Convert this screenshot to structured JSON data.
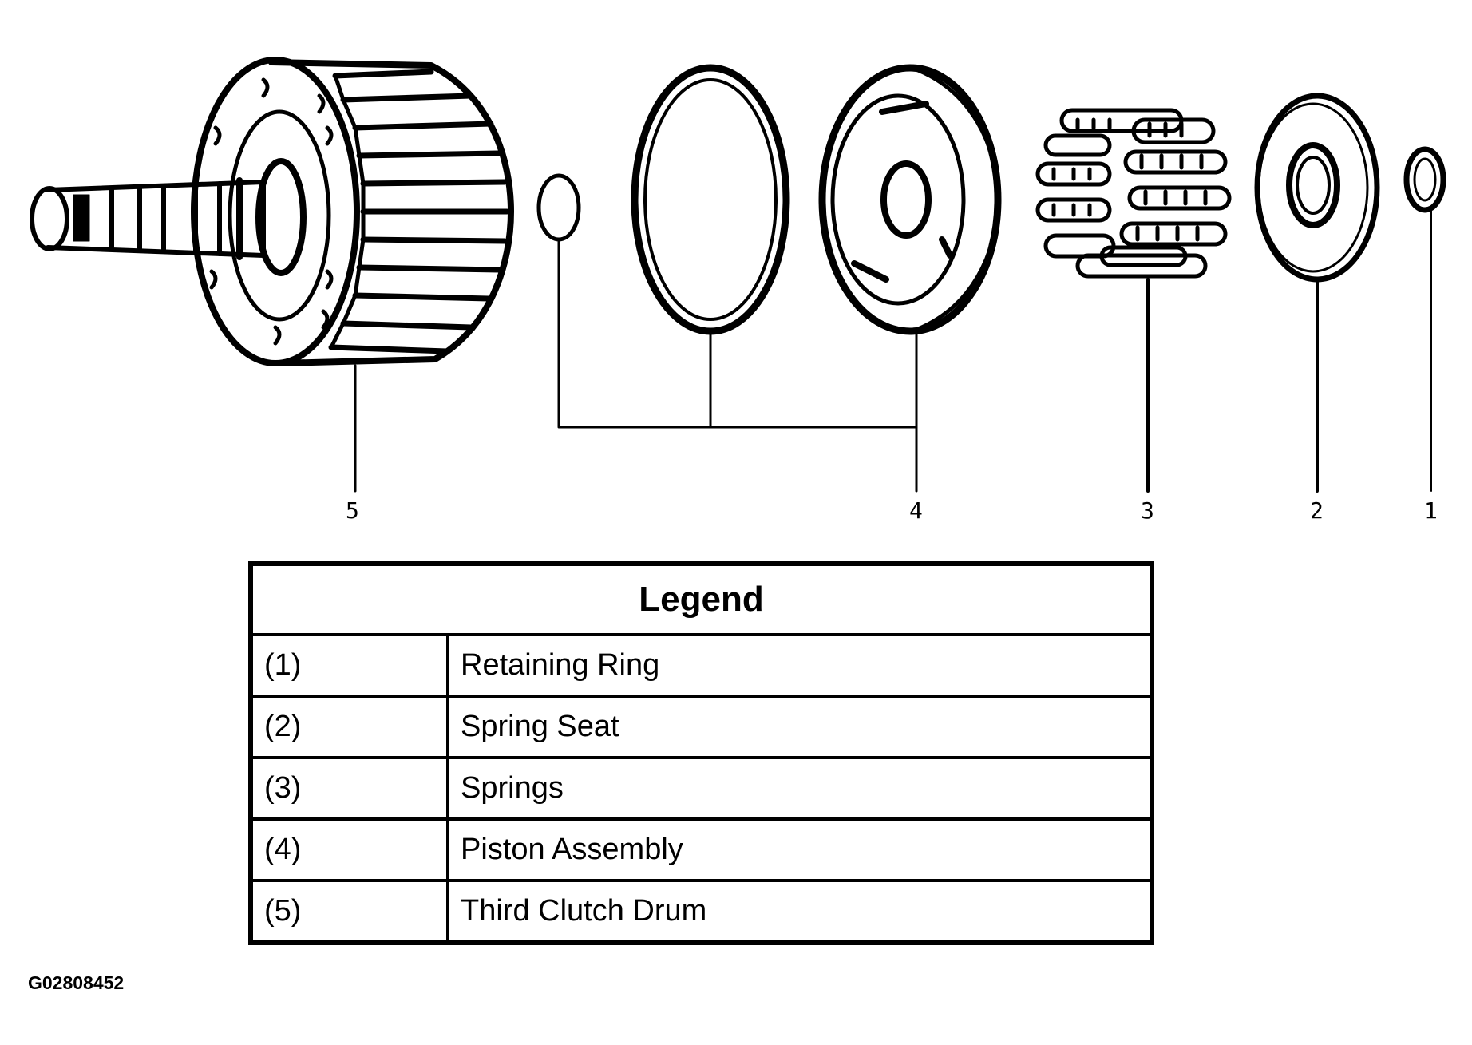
{
  "callouts": [
    "5",
    "4",
    "3",
    "2",
    "1"
  ],
  "legend": {
    "title": "Legend",
    "rows": [
      {
        "num": "(1)",
        "label": "Retaining Ring"
      },
      {
        "num": "(2)",
        "label": "Spring Seat"
      },
      {
        "num": "(3)",
        "label": "Springs"
      },
      {
        "num": "(4)",
        "label": "Piston Assembly"
      },
      {
        "num": "(5)",
        "label": "Third Clutch Drum"
      }
    ]
  },
  "figure_id": "G02808452",
  "parts": {
    "p1": "retaining-ring-icon",
    "p2": "spring-seat-icon",
    "p3": "springs-icon",
    "p4": "piston-assembly-icon",
    "p5": "clutch-drum-icon"
  }
}
